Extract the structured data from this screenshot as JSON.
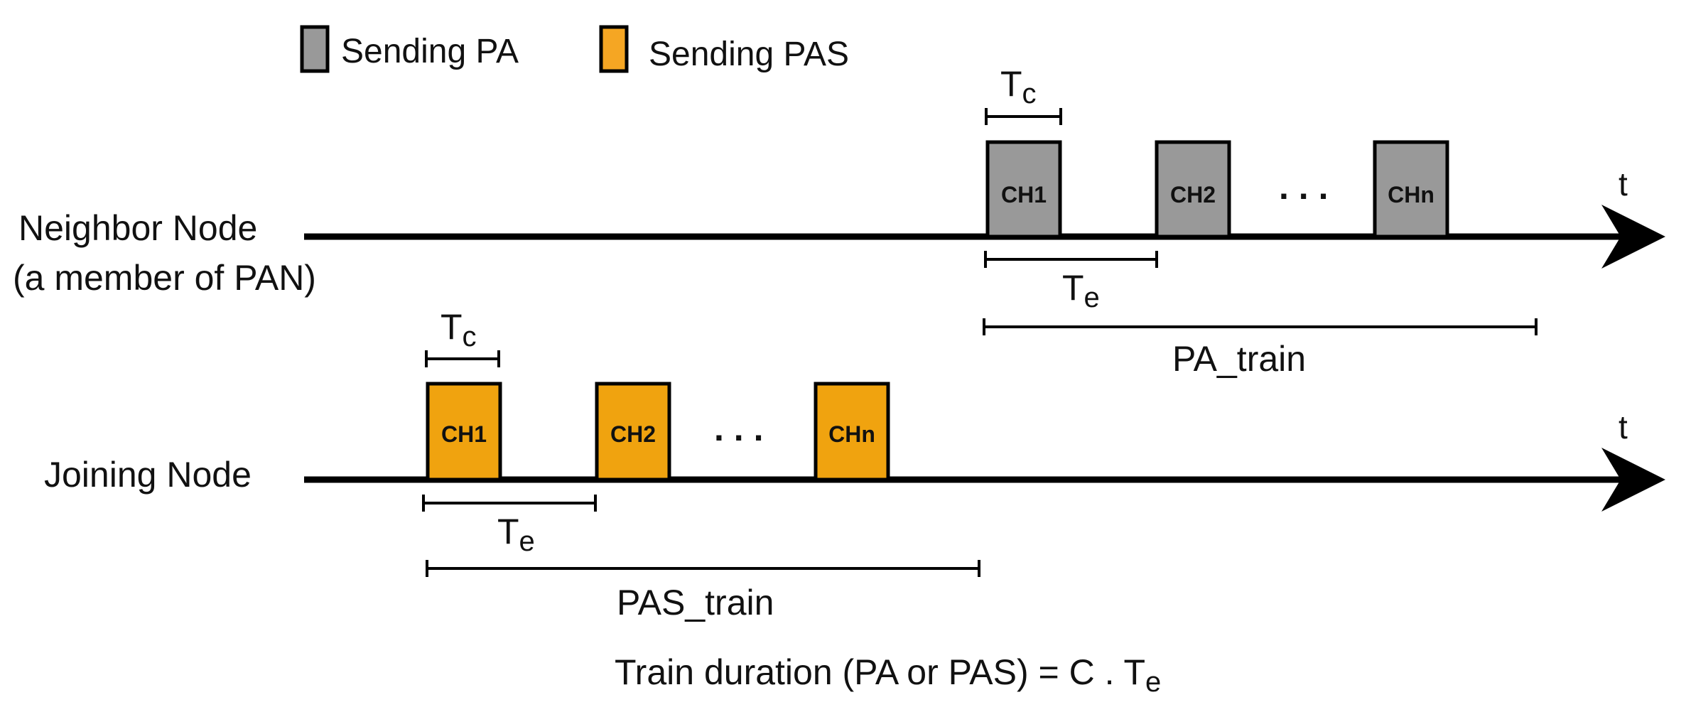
{
  "legend": {
    "pa_label": "Sending PA",
    "pas_label": "Sending PAS",
    "pa_color": "#999999",
    "pas_color": "#F5A623"
  },
  "colors": {
    "pa_fill": "#999999",
    "pas_fill": "#F0A30F",
    "stroke": "#000000"
  },
  "axis_label": "t",
  "neighbor": {
    "line1": "Neighbor Node",
    "line2": "(a member of PAN)",
    "slots": [
      "CH1",
      "CH2",
      "CHn"
    ],
    "ellipsis": ". . .",
    "tc": {
      "main": "T",
      "sub": "c"
    },
    "te": {
      "main": "T",
      "sub": "e"
    },
    "train_label": "PA_train"
  },
  "joining": {
    "label": "Joining Node",
    "slots": [
      "CH1",
      "CH2",
      "CHn"
    ],
    "ellipsis": ". . .",
    "tc": {
      "main": "T",
      "sub": "c"
    },
    "te": {
      "main": "T",
      "sub": "e"
    },
    "train_label": "PAS_train"
  },
  "formula": {
    "text": "Train duration (PA or PAS) = C . T",
    "sub": "e"
  }
}
